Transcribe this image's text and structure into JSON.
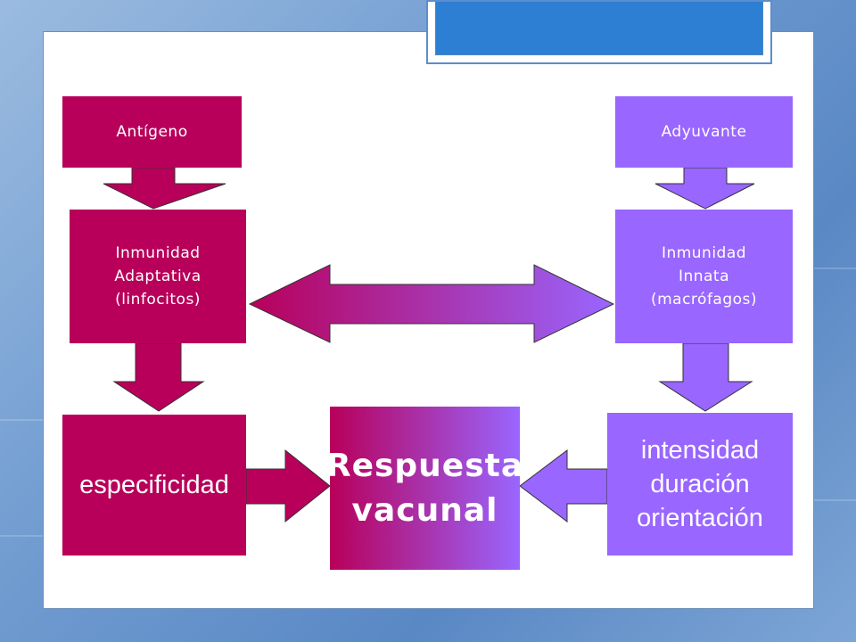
{
  "boxes": {
    "antigeno": "Antígeno",
    "adyuvante": "Adyuvante",
    "inmunidad_adaptativa": "Inmunidad\nAdaptativa\n(linfocitos)",
    "inmunidad_innata": "Inmunidad\nInnata\n(macrófagos)",
    "especificidad": "especificidad",
    "respuesta_vacunal": "Respuesta\nvacunal",
    "intensidad": "intensidad\nduración\norientación"
  },
  "colors": {
    "magenta": "#b8005a",
    "violet": "#9966ff",
    "header_blue": "#2d7fd3"
  }
}
